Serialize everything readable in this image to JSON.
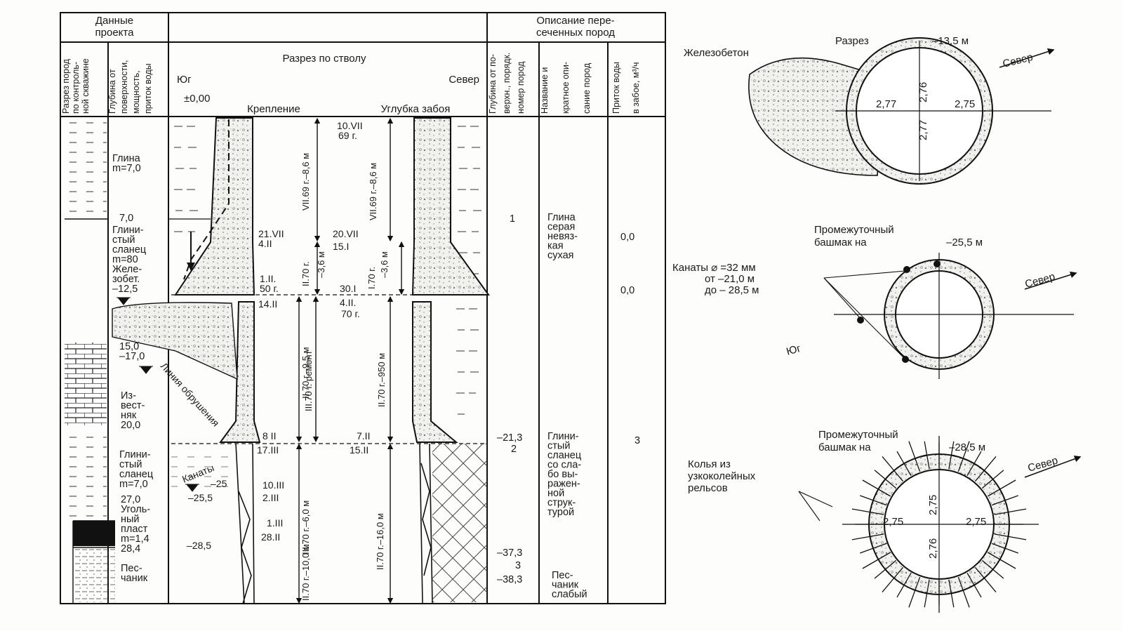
{
  "table": {
    "header_project": [
      "Данные",
      "проекта"
    ],
    "header_description": [
      "Описание  пере-",
      "сеченных  пород"
    ],
    "col_borehole": [
      "Разрез пород",
      "по контроль-",
      "ной скважине"
    ],
    "col_depth": [
      "Глубина от",
      "поверхности,",
      "мощность,",
      "приток воды"
    ],
    "shaft_title": "Разрез по стволу",
    "south": "Юг",
    "north": "Север",
    "zero_mark": "±0,00",
    "support": "Крепление",
    "sinking": "Углубка забоя",
    "col_depth_num": [
      "Глубина от по-",
      "верхн., порядк.",
      "номер пород"
    ],
    "col_rock_name": [
      "Название и",
      "кратное опи-",
      "сание пород"
    ],
    "col_water": [
      "Приток воды",
      "в забое, м³/ч"
    ]
  },
  "strata": [
    {
      "lines": [
        "Глина",
        "m=7,0"
      ]
    },
    {
      "lines": [
        "7,0"
      ]
    },
    {
      "lines": [
        "Глини-",
        "стый",
        "сланец",
        "m=80",
        "Желе-",
        "зобет.",
        "–12,5"
      ]
    },
    {
      "lines": [
        "15,0",
        "–17,0"
      ]
    },
    {
      "lines": [
        "Из-",
        "вест-",
        "няк",
        "20,0"
      ]
    },
    {
      "lines": [
        "Глини-",
        "стый",
        "сланец",
        "m=7,0"
      ]
    },
    {
      "lines": [
        "27,0"
      ]
    },
    {
      "lines": [
        "Уголь-",
        "ный",
        "пласт",
        "m=1,4",
        "28,4"
      ]
    },
    {
      "lines": [
        "Пес-",
        "чаник"
      ]
    }
  ],
  "shaft_labels": {
    "support_dates": [
      "21.VII",
      "4.II",
      "1.II.",
      "50 г.",
      "14.II",
      "8 II",
      "17.III",
      "10.III",
      "2.III",
      "1.III",
      "28.II"
    ],
    "sinking_dates": [
      "10.VII",
      "69 г.",
      "20.VII",
      "15.I",
      "30.I",
      "4.II.",
      "70 г.",
      "7.II",
      "15.II"
    ],
    "support_depths": [
      "–25",
      "–25,5",
      "–28,5"
    ],
    "vertical": [
      "VII.69 г.–8,6 м",
      "II.70 г.",
      "–3,6 м",
      "II.70 г.–9,5 м",
      "III.70 г. ремонт",
      "III.70 г.–6,0 м",
      "II.70 г.–10,0 м",
      "VII.69 г.–8,6 м",
      "I.70 г.",
      "–3,6 м",
      "II.70 г.–950 м",
      "II.70 г.–16,0 м"
    ],
    "diagonal_line": "Линия обрушения",
    "diagonal_ropes": "Канаты"
  },
  "descriptions": [
    {
      "depth": "1",
      "name": [
        "Глина",
        "серая",
        "невяз-",
        "кая",
        "сухая"
      ],
      "water": [
        "0,0",
        "0,0"
      ]
    },
    {
      "depth": "–21,3",
      "depth2": "2",
      "name": [
        "Глини-",
        "стый",
        "сланец",
        "со сла-",
        "бо вы-",
        "ражен-",
        "ной",
        "струк-",
        "турой"
      ],
      "water": [
        "3"
      ]
    },
    {
      "depth": "–37,3",
      "depth2": "3",
      "name": []
    },
    {
      "depth": "–38,3",
      "name": [
        "Пес-",
        "чаник",
        "слабый"
      ]
    }
  ],
  "sections": [
    {
      "title": "Разрез",
      "level": "–13,5 м",
      "material": "Железобетон",
      "north": "Север",
      "dims": [
        "2,77",
        "2,75",
        "2,76",
        "2,77"
      ]
    },
    {
      "title": [
        "Промежуточный",
        "башмак на"
      ],
      "level": "–25,5 м",
      "ropes": [
        "Канаты ⌀ =32 мм",
        "от   –21,0 м",
        "до  – 28,5 м"
      ],
      "north": "Север",
      "south": "Юг"
    },
    {
      "title": [
        "Промежуточный",
        "башмак на"
      ],
      "level": "–28,5 м",
      "note": [
        "Колья из",
        "узкоколейных",
        "рельсов"
      ],
      "north": "Север",
      "dims": [
        "2,75",
        "2,75",
        "2,75",
        "2,76"
      ]
    }
  ]
}
